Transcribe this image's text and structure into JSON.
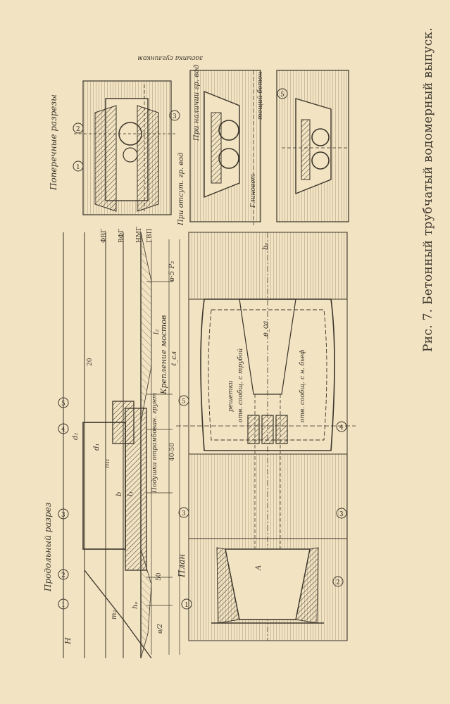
{
  "figure": {
    "caption": "Рис. 7. Бетонный трубчатый водомерный выпуск.",
    "sections": {
      "longitudinal": "Продольный разрез",
      "cross": "Поперечные разрезы",
      "plan": "План"
    },
    "notes": {
      "bridge": "Крепление мостов",
      "pillow": "Подушка отрамбован. грунт",
      "clay": "Глиновет",
      "concrete": "тощий бетон",
      "backfill": "засыпка суглинком",
      "no_water": "При отсут. гр. вод",
      "with_water": "При наличии гр. вод",
      "slots_pipe": "отв. сообщ. с трубой",
      "slots_bief": "отв. сообщ. с н. бьеф",
      "grates": "решетки"
    },
    "levels": [
      "ФВГ",
      "ВФГ",
      "НМГ",
      "ГВП"
    ],
    "section_marks": [
      "1",
      "2",
      "3",
      "4",
      "5"
    ],
    "dims": {
      "b_half": "в/2",
      "d2": "d₂",
      "d1": "d₁",
      "l1": "l₁",
      "l2": "l₂",
      "m1": "m₁",
      "m2": "m₂",
      "h_o": "hₒ",
      "H": "H",
      "b": "b",
      "n20": "20",
      "n50": "50",
      "n40_50": "40-50",
      "b5p2": "в·5 P₂",
      "l_cp": "ℓ_сл",
      "b_o": "bₒ",
      "b_ca": "в_са",
      "A": "A"
    }
  }
}
